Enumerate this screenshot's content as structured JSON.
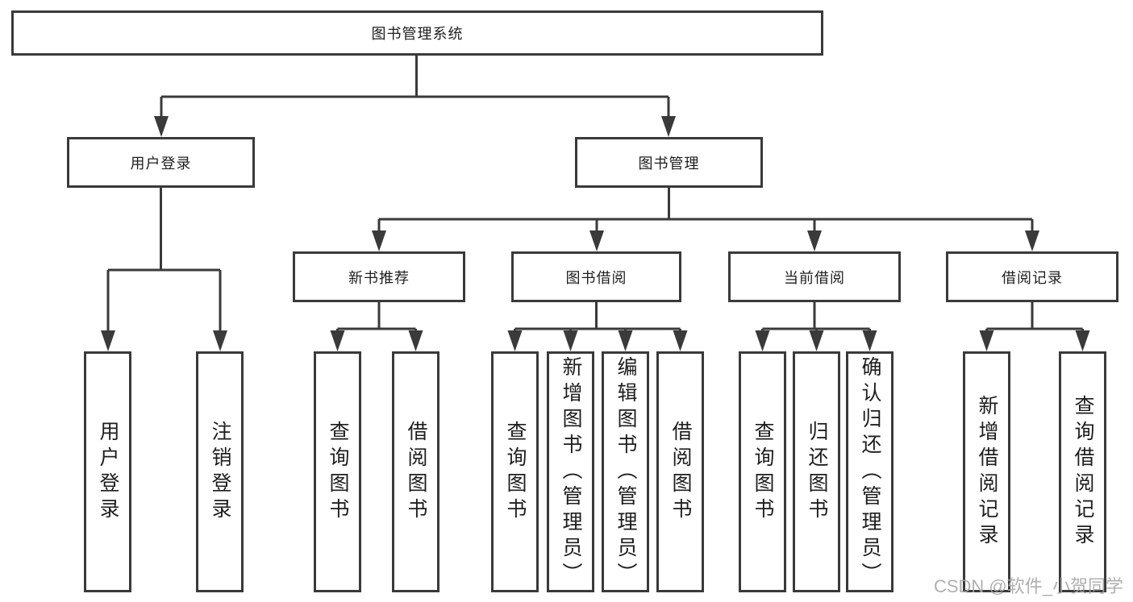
{
  "nodes": {
    "root": "图书管理系统",
    "user_login": "用户登录",
    "book_management": "图书管理",
    "new_book_recommend": "新书推荐",
    "book_borrow": "图书借阅",
    "current_borrow": "当前借阅",
    "borrow_records": "借阅记录",
    "leaf_user_login": "用户登录",
    "leaf_logout_login": "注销登录",
    "leaf_nbr_query_books": "查询图书",
    "leaf_nbr_borrow_books": "借阅图书",
    "leaf_bb_query_books": "查询图书",
    "leaf_bb_add_books": "新增图书（管理员）",
    "leaf_bb_edit_books": "编辑图书（管理员）",
    "leaf_bb_borrow_books": "借阅图书",
    "leaf_cb_query_books": "查询图书",
    "leaf_cb_return_books": "归还图书",
    "leaf_cb_confirm_return": "确认归还（管理员）",
    "leaf_br_add_record": "新增借阅记录",
    "leaf_br_query_record": "查询借阅记录"
  },
  "watermark": "CSDN @软件_小贺同学",
  "colors": {
    "line": "#3a3a3a",
    "box_border": "#3a3a3a",
    "text": "#1e1e1e",
    "watermark": "#a8a6a6",
    "background": "#ffffff"
  }
}
